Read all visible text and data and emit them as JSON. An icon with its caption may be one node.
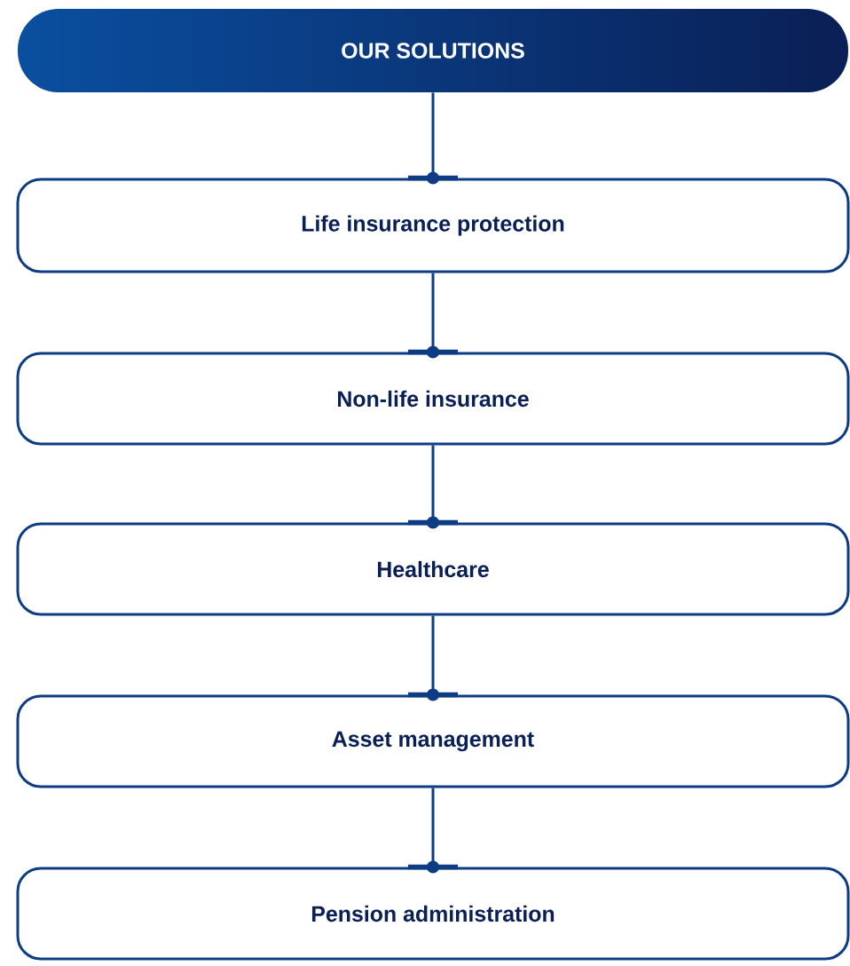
{
  "diagram": {
    "nodes": [
      {
        "text": [
          "OUR SOLUTIONS"
        ]
      },
      {
        "text": [
          "Life insurance protection"
        ]
      },
      {
        "text": [
          "Non-life insurance"
        ]
      },
      {
        "text": [
          "Healthcare"
        ]
      },
      {
        "text": [
          "Asset management"
        ]
      },
      {
        "text": [
          "Pension administration"
        ]
      }
    ],
    "edges": [
      {
        "from": 0,
        "to": 1,
        "arrow": "other"
      },
      {
        "from": 1,
        "to": 2,
        "arrow": "other"
      },
      {
        "from": 2,
        "to": 3,
        "arrow": "other"
      },
      {
        "from": 3,
        "to": 4,
        "arrow": "other"
      },
      {
        "from": 4,
        "to": 5,
        "arrow": "other"
      }
    ]
  }
}
